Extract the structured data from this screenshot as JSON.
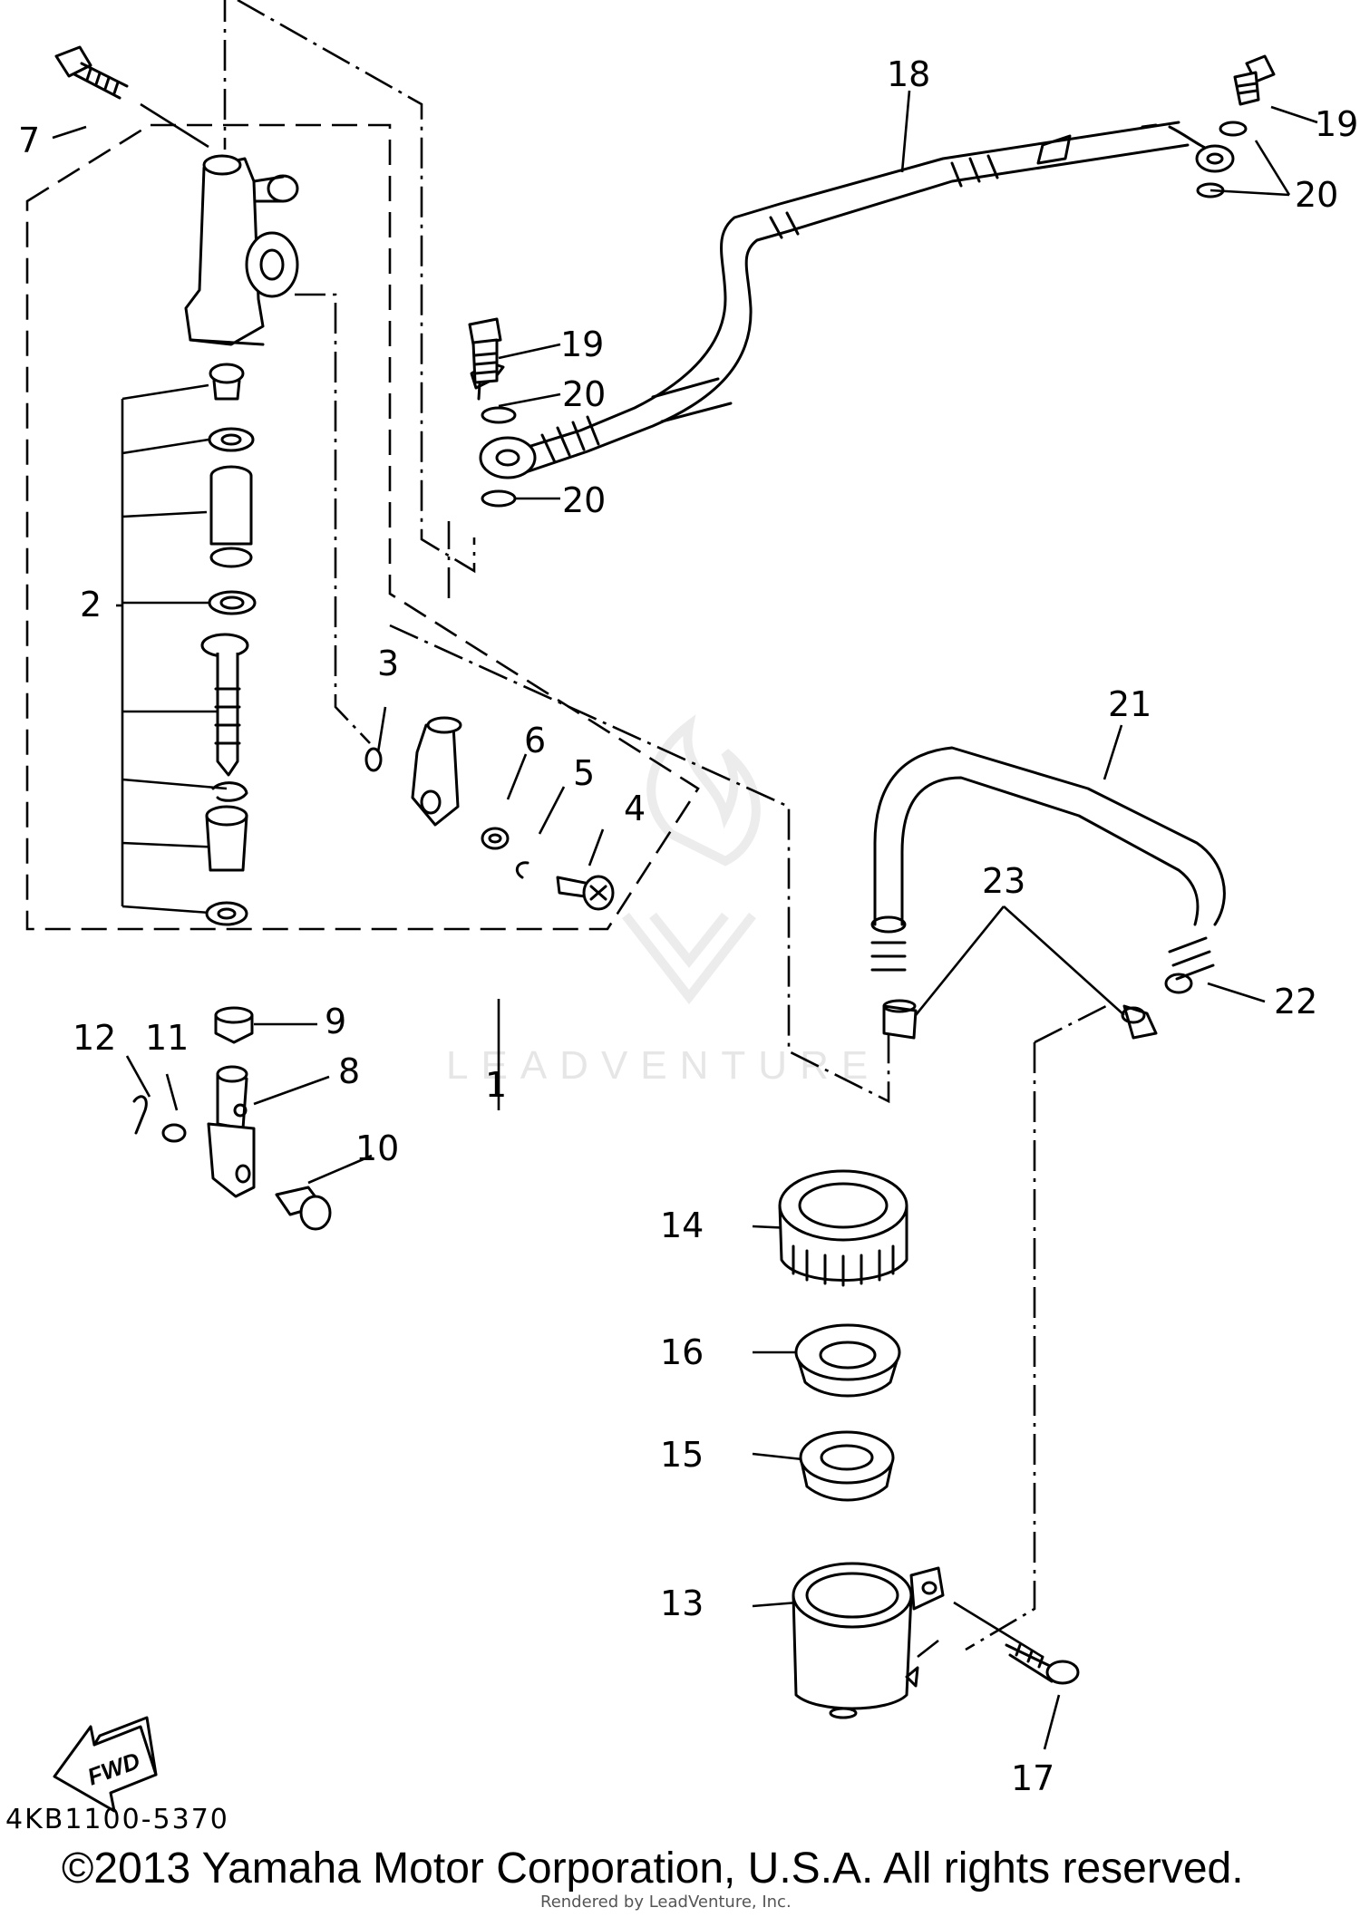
{
  "diagram": {
    "code": "4KB1100-5370",
    "copyright": "©2013 Yamaha Motor Corporation, U.S.A. All rights reserved.",
    "rendered_by": "Rendered by LeadVenture, Inc.",
    "watermark": "LEADVENTURE",
    "fwd_label": "FWD"
  },
  "callouts": {
    "c1": "1",
    "c2": "2",
    "c3": "3",
    "c4": "4",
    "c5": "5",
    "c6": "6",
    "c7": "7",
    "c8": "8",
    "c9": "9",
    "c10": "10",
    "c11": "11",
    "c12": "12",
    "c13": "13",
    "c14": "14",
    "c15": "15",
    "c16": "16",
    "c17": "17",
    "c18": "18",
    "c19a": "19",
    "c19b": "19",
    "c20a": "20",
    "c20b": "20",
    "c20c": "20",
    "c21": "21",
    "c22": "22",
    "c23": "23"
  }
}
